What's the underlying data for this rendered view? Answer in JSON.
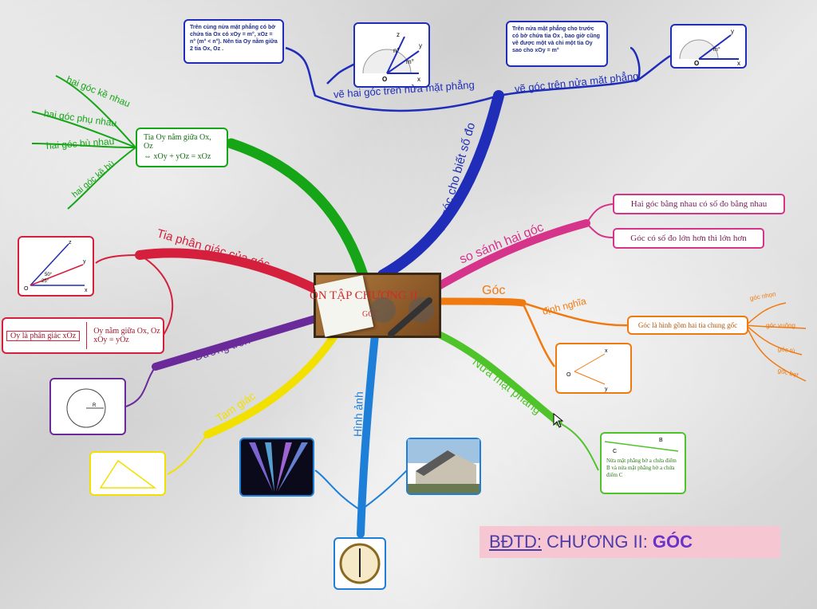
{
  "center": {
    "title": "ÔN TẬP CHƯƠNG II",
    "subtitle": "GÓC"
  },
  "branches": {
    "ve_goc_do": "vẽ góc cho biết số đo",
    "ve_hai_goc": "vẽ hai góc trên nửa mặt phẳng",
    "ve_goc_nmp": "vẽ góc trên nửa mặt phẳng",
    "so_sanh": "so sánh hai góc",
    "goc": "Góc",
    "dinh_nghia": "định nghĩa",
    "nua_mat_phang": "Nửa mặt phẳng",
    "hinh_anh": "Hình ảnh",
    "tam_giac": "Tam giác",
    "duong_tron": "Đường tròn",
    "tia_phan_giac": "Tia phân giác của góc",
    "hai_goc_ke_nhau": "hai góc kề nhau",
    "hai_goc_phu_nhau": "hai góc phụ nhau",
    "hai_goc_bu_nhau": "hai góc bù nhau",
    "hai_goc_ke_bu": "hai góc kề bù"
  },
  "notes": {
    "ve_hai_goc_text": "Trên cùng nửa mặt phẳng có bờ chứa tia Ox có xOy = m°, xOz = n° (m° < n°). Nên tia Oy nằm giữa 2 tia Ox, Oz .",
    "ve_goc_nmp_text": "Trên nửa mặt phẳng cho trước có bờ chứa tia Ox , bao giờ cũng vẽ được một và chỉ một tia Oy sao cho xOy = m°",
    "so_sanh_1": "Hai góc bằng nhau có số đo bằng nhau",
    "so_sanh_2": "Góc có số đo lớn hơn thì lớn hơn",
    "dinh_nghia_text": "Góc là hình gồm hai tia chung gốc",
    "goc_types": [
      "góc nhọn",
      "góc vuông",
      "góc tù",
      "góc bẹt"
    ],
    "nua_mp_text": "Nửa mặt phẳng bờ a chứa điểm B và nửa mặt phẳng bờ a chứa điểm C",
    "tia_nam_giua_1": "Tia Oy nằm giữa Ox, Oz",
    "tia_nam_giua_2": "⇔ xOy + yOz = xOz",
    "phan_giac_left": "Oy là phân giác xOz",
    "phan_giac_right_1": "Oy nằm giữa Ox, Oz",
    "phan_giac_right_2": "xOy = yOz"
  },
  "figure_labels": {
    "angle1": [
      "z",
      "y",
      "n°",
      "m°",
      "O",
      "x"
    ],
    "angle2": [
      "y",
      "m°",
      "O",
      "x"
    ],
    "bisector": [
      "z",
      "y",
      "50°",
      "25°",
      "O",
      "x"
    ],
    "goc_fig": [
      "x",
      "O",
      "y"
    ],
    "circle": [
      "R"
    ],
    "half_plane": [
      "B",
      "C"
    ]
  },
  "tag": {
    "prefix": "BĐTD:",
    "middle": "CHƯƠNG II:",
    "bold": "GÓC"
  },
  "colors": {
    "blue": "#1f2db8",
    "green": "#16a516",
    "red": "#d4203c",
    "purple": "#6a2a9a",
    "yellow": "#f2e000",
    "lightblue": "#1e7fd8",
    "pink": "#d6338a",
    "orange": "#f07a10",
    "lime": "#4fc32a"
  }
}
